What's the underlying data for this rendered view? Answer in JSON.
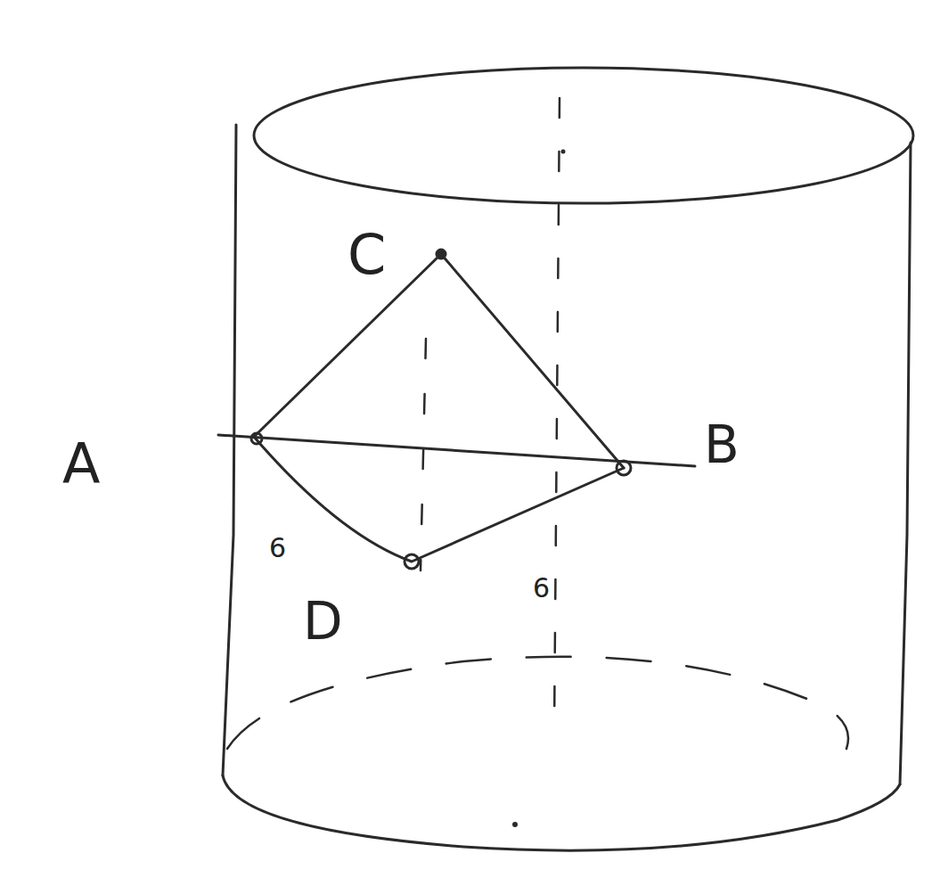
{
  "diagram": {
    "labels": [
      "C",
      "A",
      "B",
      "6",
      "D",
      "6"
    ]
  }
}
